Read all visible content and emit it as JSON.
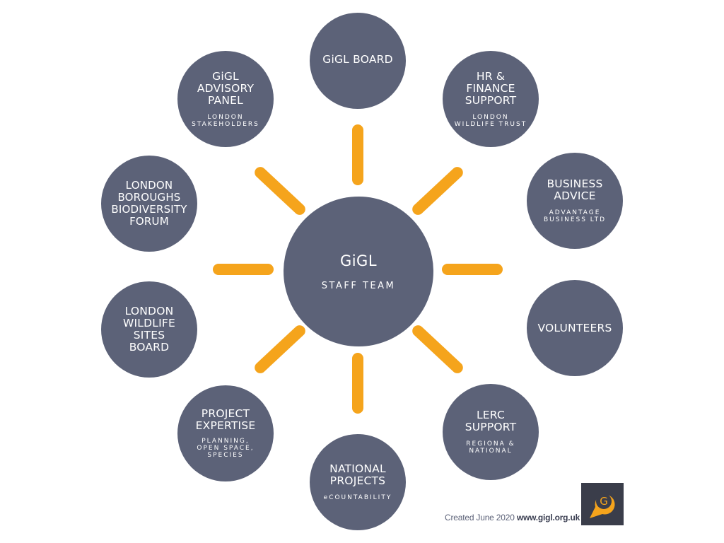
{
  "colors": {
    "node": "#5c6278",
    "ray": "#f5a41c",
    "logo_bg": "#3a3d4a",
    "logo_accent": "#f5a41c"
  },
  "center": {
    "title": "GiGL",
    "subtitle": "STAFF TEAM"
  },
  "nodes": {
    "board": {
      "title": "GiGL BOARD"
    },
    "hr_finance": {
      "title": "HR &\nFINANCE\nSUPPORT",
      "subtitle": "LONDON\nWILDLIFE TRUST"
    },
    "business_advice": {
      "title": "BUSINESS\nADVICE",
      "subtitle": "ADVANTAGE\nBUSINESS LTD"
    },
    "volunteers": {
      "title": "VOLUNTEERS"
    },
    "lerc_support": {
      "title": "LERC\nSUPPORT",
      "subtitle": "REGIONA &\nNATIONAL"
    },
    "national_projects": {
      "title": "NATIONAL\nPROJECTS",
      "subtitle": "eCOUNTABILITY"
    },
    "project_expertise": {
      "title": "PROJECT\nEXPERTISE",
      "subtitle": "PLANNING,\nOPEN SPACE,\nSPECIES"
    },
    "wildlife_sites_board": {
      "title": "LONDON\nWILDLIFE\nSITES\nBOARD"
    },
    "boroughs_forum": {
      "title": "LONDON\nBOROUGHS\nBIODIVERSITY\nFORUM"
    },
    "advisory_panel": {
      "title": "GiGL\nADVISORY\nPANEL",
      "subtitle": "LONDON\nSTAKEHOLDERS"
    }
  },
  "footer": {
    "created": "Created June 2020",
    "url": "www.gigl.org.uk"
  },
  "logo": {
    "icon": "gigl-logo-icon",
    "letter": "G"
  }
}
